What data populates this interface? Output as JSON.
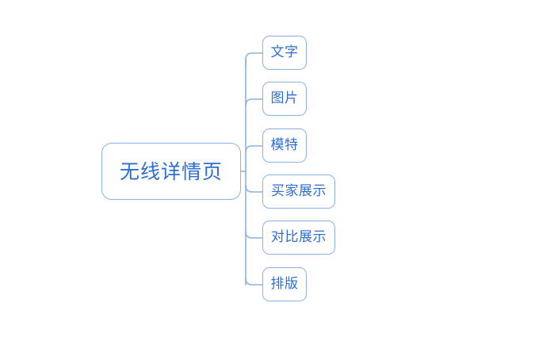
{
  "diagram": {
    "type": "mind-map",
    "orientation": "left-to-right",
    "background_color": "#ffffff",
    "node_border_color": "#8cb3e0",
    "node_text_color": "#2d6fd0",
    "connector_color": "#8cb3e0",
    "root": {
      "label": "无线详情页"
    },
    "children": [
      {
        "label": "文字"
      },
      {
        "label": "图片"
      },
      {
        "label": "模特"
      },
      {
        "label": "买家展示"
      },
      {
        "label": "对比展示"
      },
      {
        "label": "排版"
      }
    ]
  }
}
